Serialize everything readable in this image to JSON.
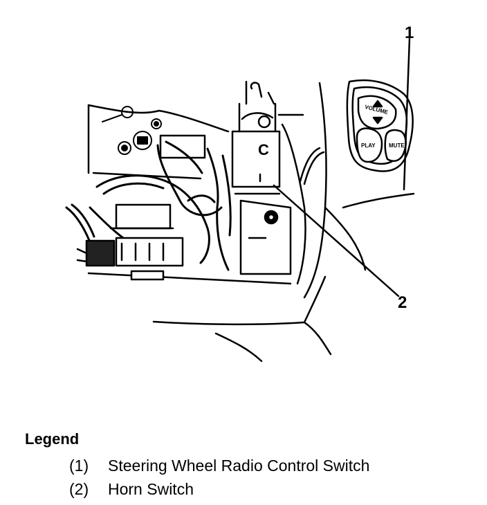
{
  "diagram": {
    "callouts": [
      {
        "number": "1"
      },
      {
        "number": "2"
      }
    ],
    "switch_buttons": {
      "volume": "VOLUME",
      "play": "PLAY",
      "mute": "MUTE"
    }
  },
  "legend": {
    "title": "Legend",
    "items": [
      {
        "number": "(1)",
        "label": "Steering Wheel Radio Control Switch"
      },
      {
        "number": "(2)",
        "label": "Horn Switch"
      }
    ]
  }
}
